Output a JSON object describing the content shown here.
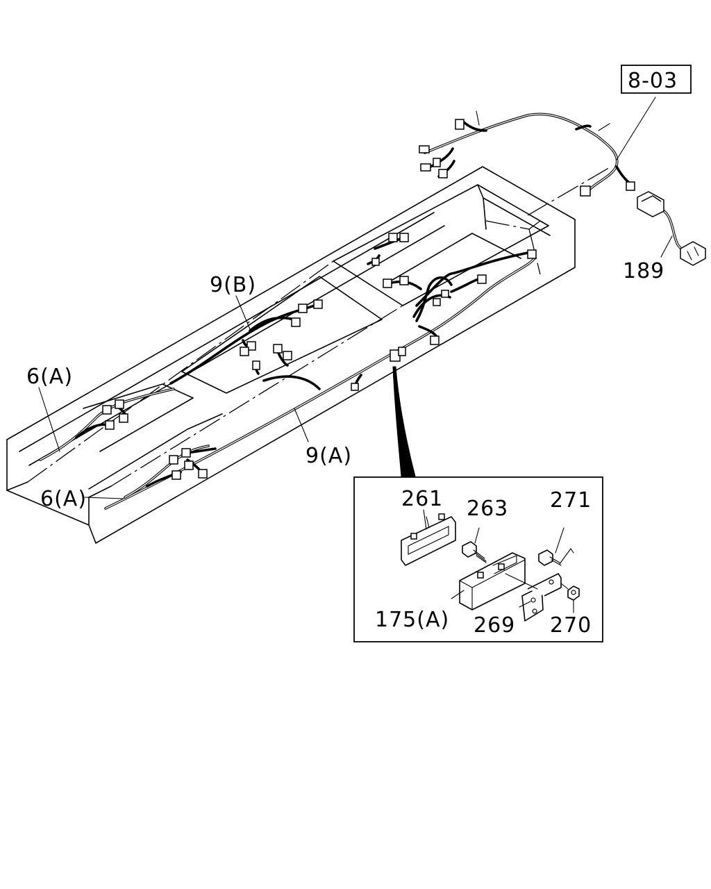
{
  "callouts": {
    "ref_8_03": "8-03",
    "part_189": "189",
    "part_9b": "9(B)",
    "part_6a_top": "6(A)",
    "part_6a_bottom": "6(A)",
    "part_9a": "9(A)"
  },
  "detail": {
    "part_261": "261",
    "part_263": "263",
    "part_271": "271",
    "part_175a": "175(A)",
    "part_269": "269",
    "part_270": "270"
  }
}
